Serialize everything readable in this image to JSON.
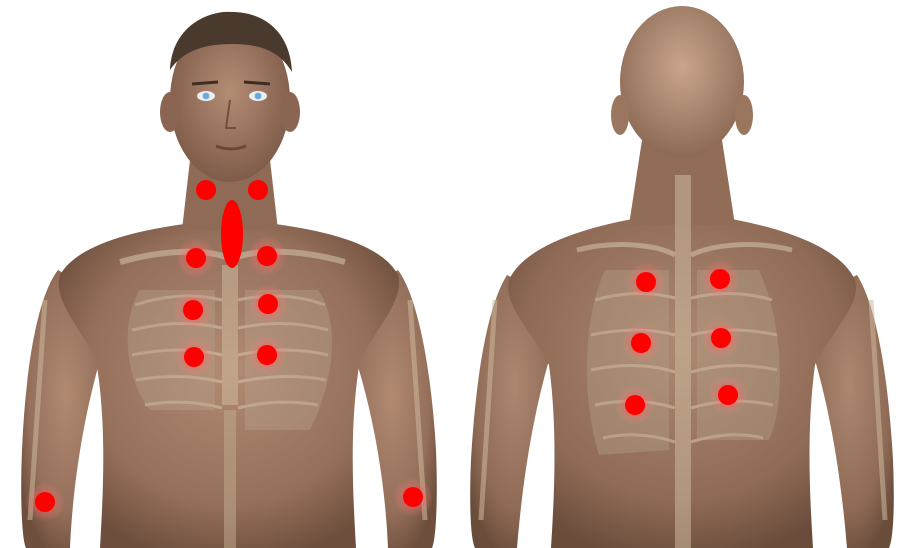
{
  "colors": {
    "background": "#ffffff",
    "skin": "#9a7560",
    "skin_shadow": "#6e4f3d",
    "skin_highlight": "#b68e76",
    "hair": "#4a3a2e",
    "bone": "#c9b69c",
    "lung": "#a99682",
    "marker": "#ff0000",
    "marker_glow": "#ff5a5a"
  },
  "icons": {
    "marker": "red-dot-marker"
  },
  "front_view": {
    "markers": [
      {
        "name": "neck-left",
        "shape": "circle"
      },
      {
        "name": "neck-right",
        "shape": "circle"
      },
      {
        "name": "sternum-top",
        "shape": "ellipse"
      },
      {
        "name": "chest-upper-left",
        "shape": "circle"
      },
      {
        "name": "chest-upper-right",
        "shape": "circle"
      },
      {
        "name": "chest-mid-left",
        "shape": "circle"
      },
      {
        "name": "chest-mid-right",
        "shape": "circle"
      },
      {
        "name": "chest-lower-left",
        "shape": "circle"
      },
      {
        "name": "chest-lower-right",
        "shape": "circle"
      },
      {
        "name": "elbow-left",
        "shape": "circle"
      },
      {
        "name": "elbow-right",
        "shape": "circle"
      }
    ]
  },
  "back_view": {
    "markers": [
      {
        "name": "back-upper-left",
        "shape": "circle"
      },
      {
        "name": "back-upper-right",
        "shape": "circle"
      },
      {
        "name": "back-mid-left",
        "shape": "circle"
      },
      {
        "name": "back-mid-right",
        "shape": "circle"
      },
      {
        "name": "back-lower-left",
        "shape": "circle"
      },
      {
        "name": "back-lower-right",
        "shape": "circle"
      }
    ]
  }
}
